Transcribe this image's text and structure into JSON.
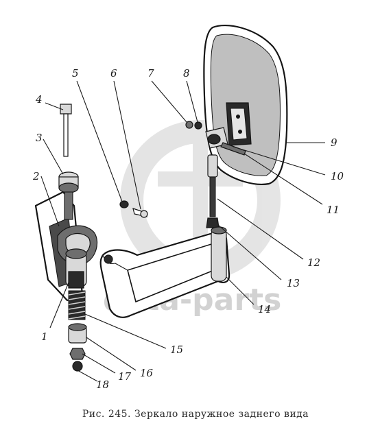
{
  "caption": "Рис. 245. Зеркало наружное заднего вида",
  "watermark": "data-parts",
  "callouts": [
    {
      "id": "1",
      "label": "1"
    },
    {
      "id": "2",
      "label": "2"
    },
    {
      "id": "3",
      "label": "3"
    },
    {
      "id": "4",
      "label": "4"
    },
    {
      "id": "5",
      "label": "5"
    },
    {
      "id": "6",
      "label": "6"
    },
    {
      "id": "7",
      "label": "7"
    },
    {
      "id": "8",
      "label": "8"
    },
    {
      "id": "9",
      "label": "9"
    },
    {
      "id": "10",
      "label": "10"
    },
    {
      "id": "11",
      "label": "11"
    },
    {
      "id": "12",
      "label": "12"
    },
    {
      "id": "13",
      "label": "13"
    },
    {
      "id": "14",
      "label": "14"
    },
    {
      "id": "15",
      "label": "15"
    },
    {
      "id": "16",
      "label": "16"
    },
    {
      "id": "17",
      "label": "17"
    },
    {
      "id": "18",
      "label": "18"
    }
  ]
}
